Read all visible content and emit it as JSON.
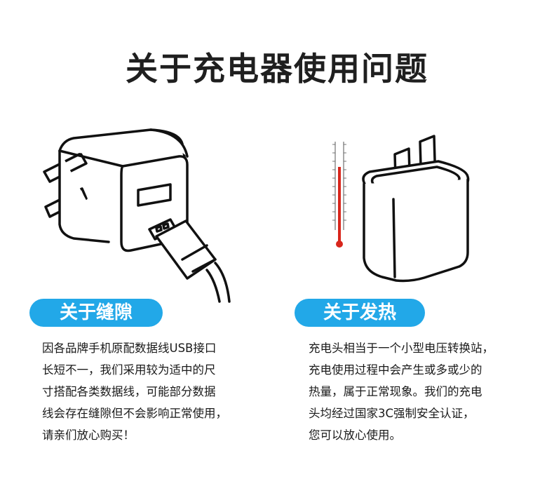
{
  "title": "关于充电器使用问题",
  "left": {
    "heading": "关于缝隙",
    "lines": [
      "因各品牌手机原配数据线USB接口",
      "长短不一，我们采用较为适中的尺",
      "寸搭配各类数据线，可能部分数据",
      "线会存在缝隙但不会影响正常使用，",
      "请亲们放心购买！"
    ]
  },
  "right": {
    "heading": "关于发热",
    "lines": [
      "充电头相当于一个小型电压转换站，",
      "充电使用过程中会产生或多或少的",
      "热量，属于正常现象。我们的充电",
      "头均经过国家3C强制安全认证，",
      "您可以放心使用。"
    ]
  },
  "colors": {
    "accent": "#22a8e8",
    "mercury": "#d8261c"
  },
  "icons": [
    "charger-with-cable-illustration",
    "thermometer-icon",
    "charger-illustration"
  ]
}
